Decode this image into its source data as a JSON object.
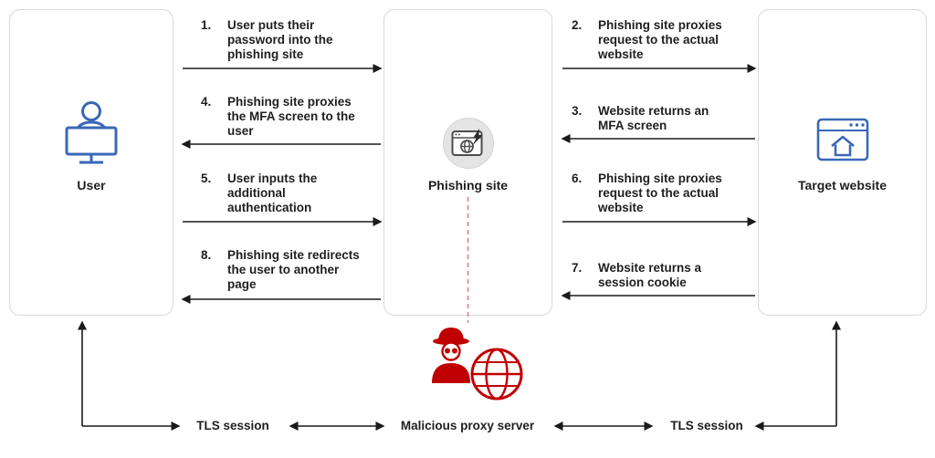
{
  "nodes": {
    "user": {
      "label": "User",
      "icon": "person-at-monitor-icon"
    },
    "phishing": {
      "label": "Phishing site",
      "icon": "browser-lightning-icon"
    },
    "target": {
      "label": "Target website",
      "icon": "browser-home-icon"
    }
  },
  "user_phishing_messages": [
    {
      "num": "1.",
      "text": "User puts their password into the phishing site",
      "direction": "right"
    },
    {
      "num": "4.",
      "text": "Phishing site proxies the MFA screen to the user",
      "direction": "left"
    },
    {
      "num": "5.",
      "text": "User inputs the additional authentication",
      "direction": "right"
    },
    {
      "num": "8.",
      "text": "Phishing site redirects the user to another page",
      "direction": "left"
    }
  ],
  "phishing_target_messages": [
    {
      "num": "2.",
      "text": "Phishing site proxies request to the actual website",
      "direction": "right"
    },
    {
      "num": "3.",
      "text": "Website returns an MFA screen",
      "direction": "left"
    },
    {
      "num": "6.",
      "text": "Phishing site proxies request to the actual website",
      "direction": "right"
    },
    {
      "num": "7.",
      "text": "Website returns a session cookie",
      "direction": "left"
    }
  ],
  "bottom": {
    "tls_left": "TLS session",
    "proxy": {
      "label": "Malicious proxy server",
      "icon": "hacker-globe-icon"
    },
    "tls_right": "TLS session"
  },
  "colors": {
    "blue": "#3a68b8",
    "red": "#c00000",
    "red-dash": "#e07b7b",
    "arrow": "#1a1a1a",
    "box-border": "#d9d9d9",
    "text": "#1f1f1f",
    "icon-gray": "#4d4d4d",
    "circle-gray": "#e4e4e4"
  }
}
